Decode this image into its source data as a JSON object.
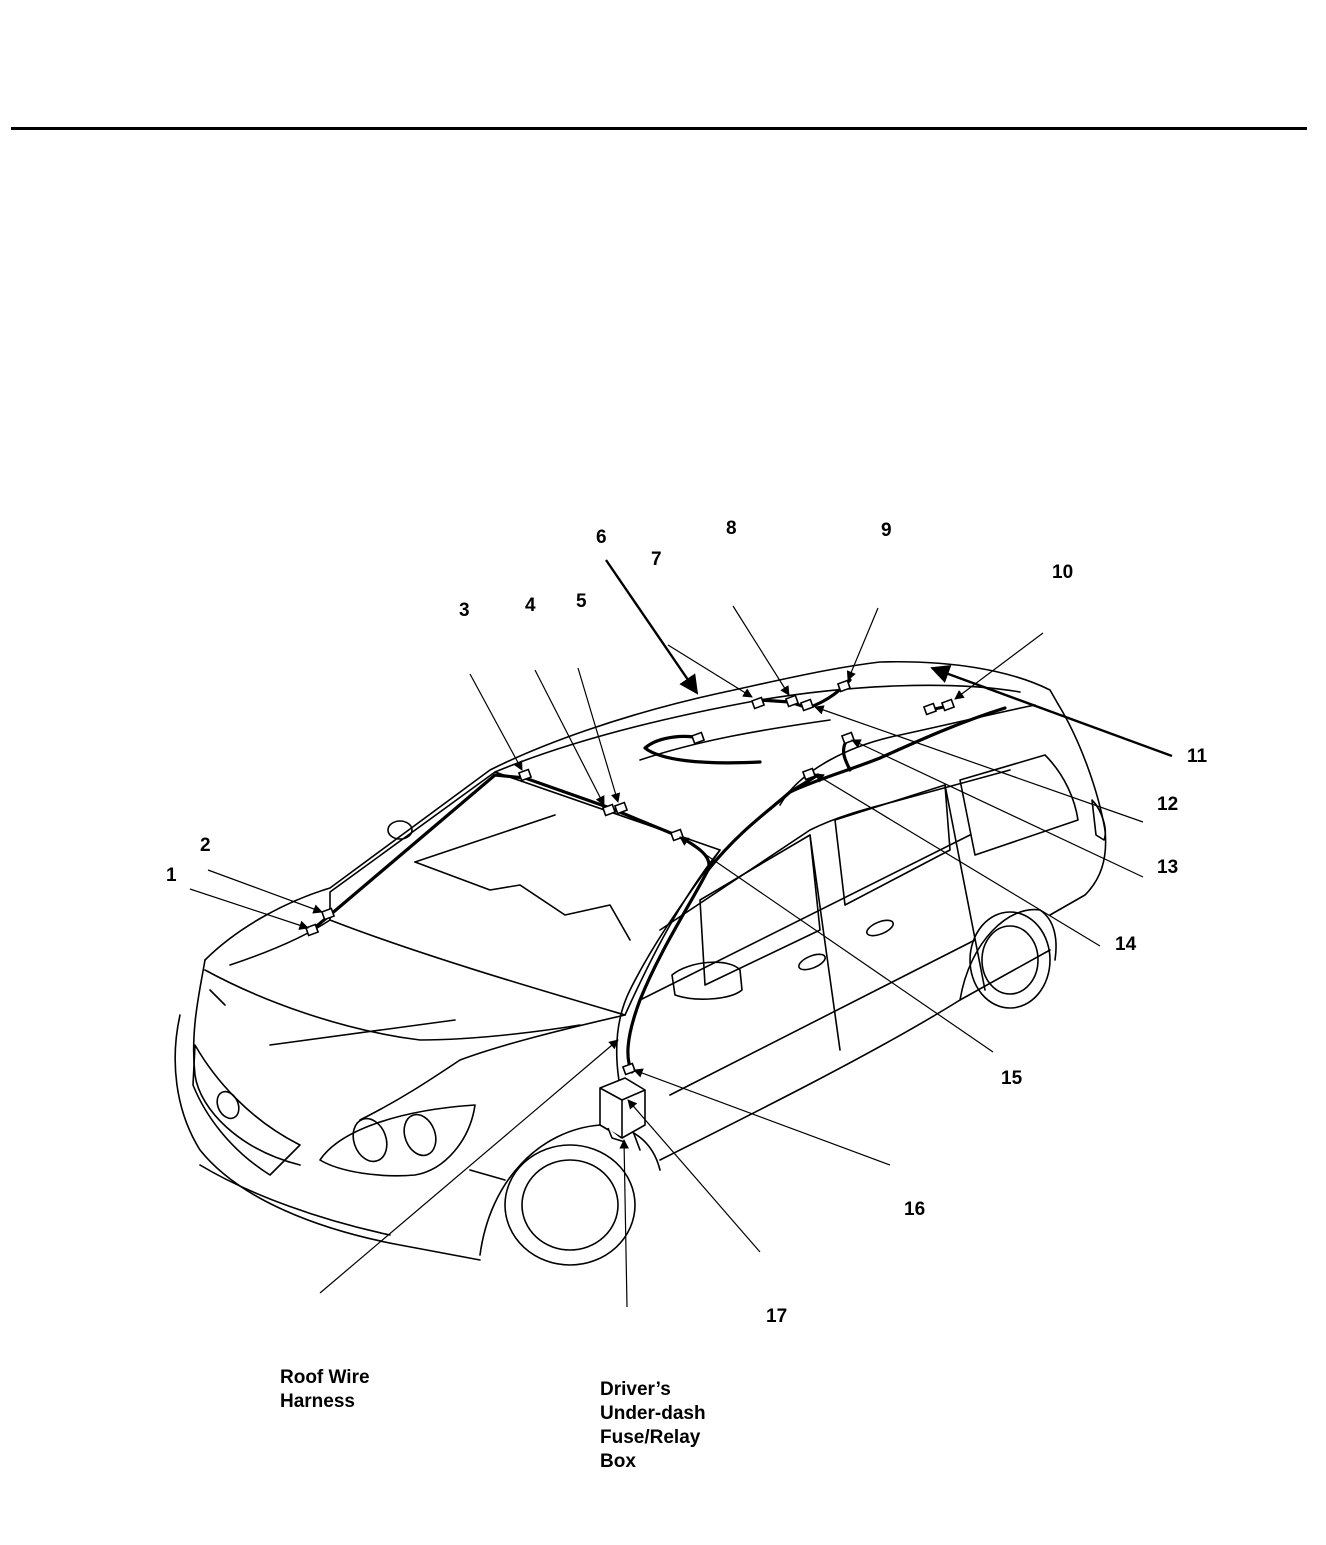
{
  "callouts": [
    "1",
    "2",
    "3",
    "4",
    "5",
    "6",
    "7",
    "8",
    "9",
    "10",
    "11",
    "12",
    "13",
    "14",
    "15",
    "16",
    "17"
  ],
  "labels": {
    "roof_harness": [
      "Roof Wire",
      "Harness"
    ],
    "fuse_box": [
      "Driver’s",
      "Under-dash",
      "Fuse/Relay",
      "Box"
    ]
  },
  "colors": {
    "ink": "#000000",
    "paper": "#ffffff"
  }
}
